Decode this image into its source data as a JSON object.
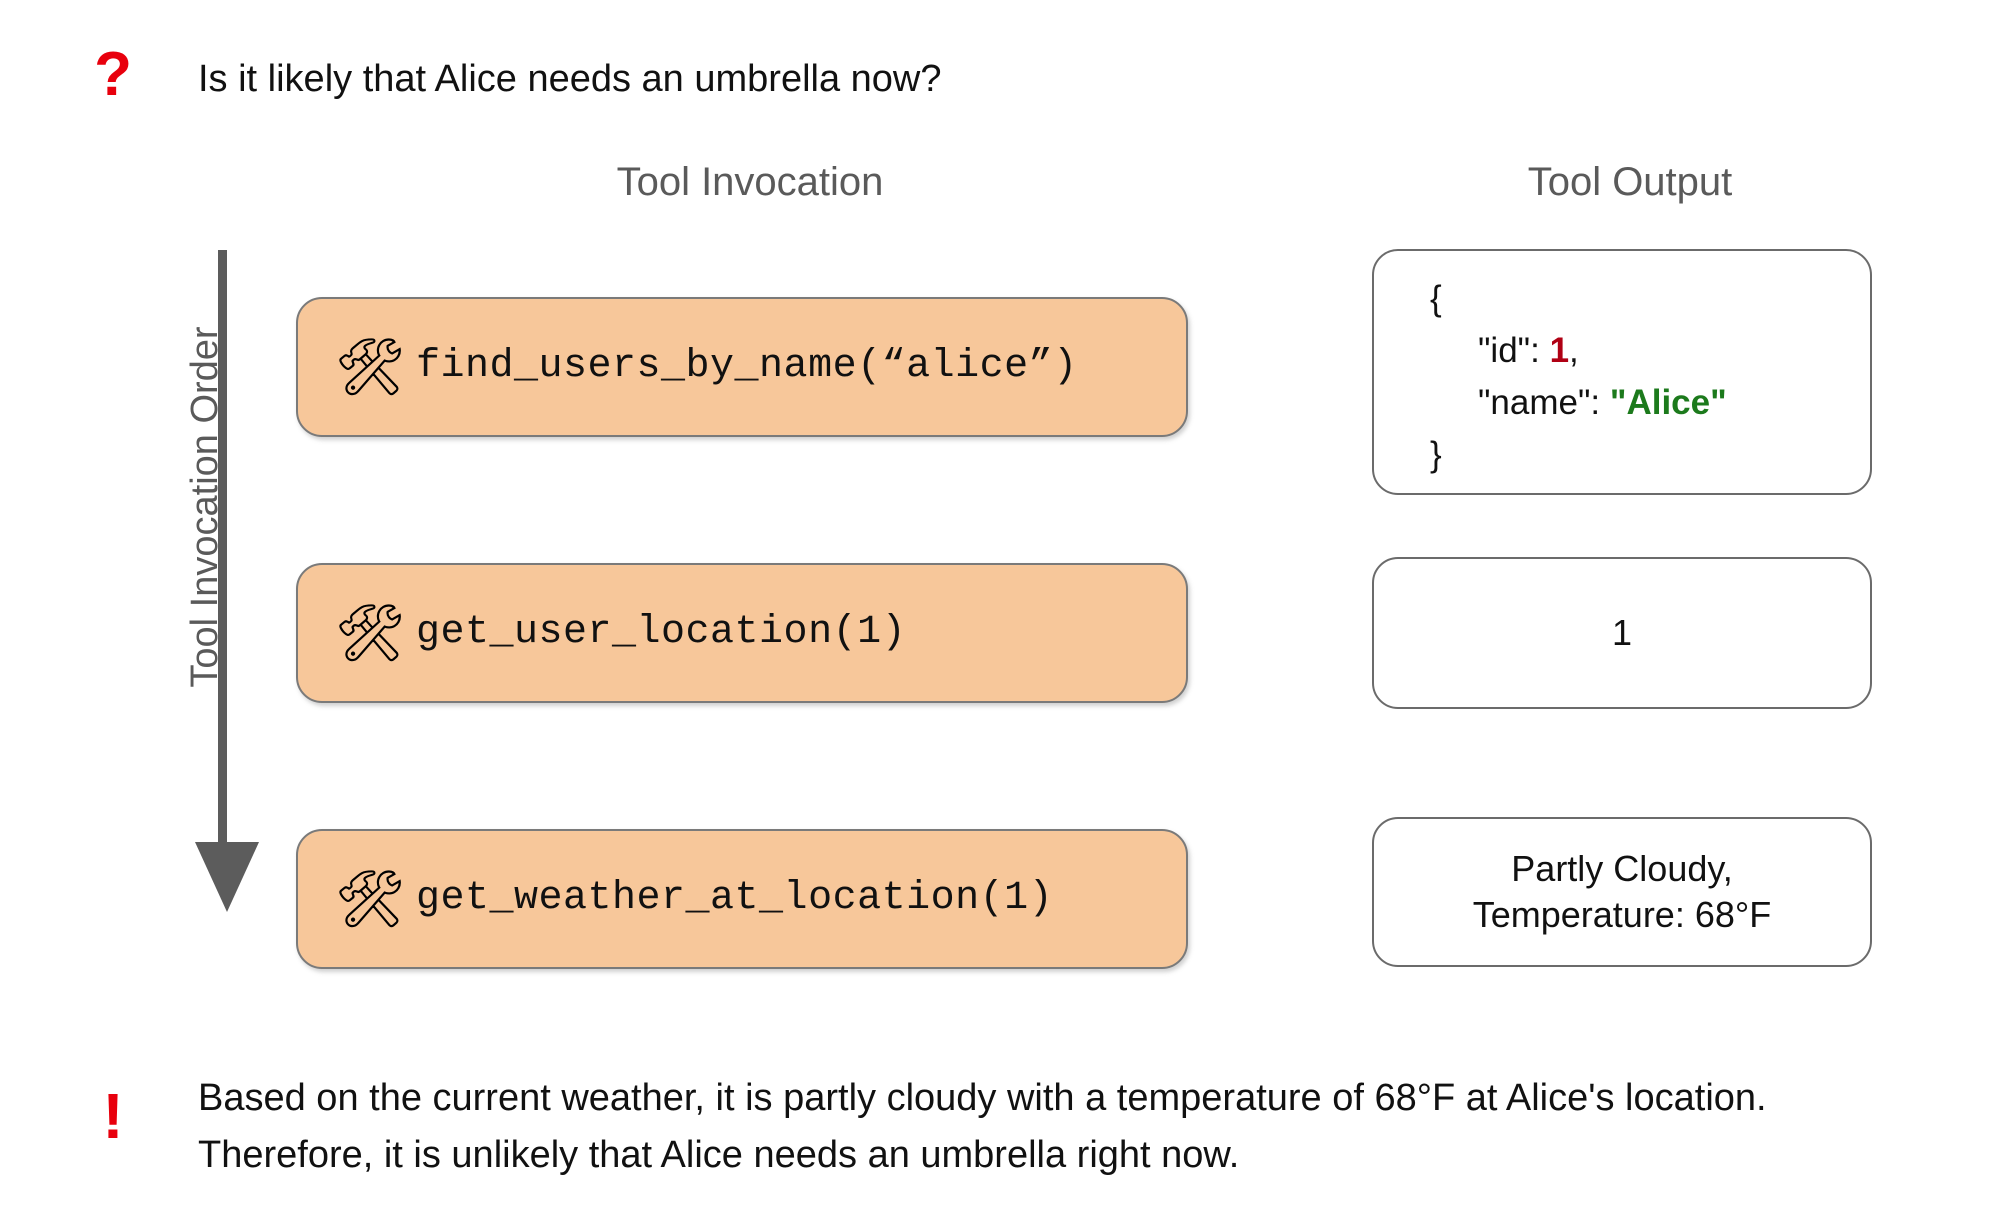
{
  "question": {
    "icon": "question-mark-icon",
    "icon_glyph": "?",
    "text": "Is it likely that Alice needs an umbrella now?"
  },
  "headers": {
    "invocation": "Tool Invocation",
    "output": "Tool Output"
  },
  "axis": {
    "label": "Tool Invocation Order",
    "direction": "down"
  },
  "invocations": [
    {
      "icon": "hammer-and-wrench-icon",
      "icon_glyph": "🛠",
      "code": "find_users_by_name(“alice”)"
    },
    {
      "icon": "hammer-and-wrench-icon",
      "icon_glyph": "🛠",
      "code": "get_user_location(1)"
    },
    {
      "icon": "hammer-and-wrench-icon",
      "icon_glyph": "🛠",
      "code": "get_weather_at_location(1)"
    }
  ],
  "outputs": [
    {
      "type": "json",
      "open_brace": "{",
      "close_brace": "}",
      "id_key": "\"id\":",
      "id_value": "1",
      "id_comma": ",",
      "name_key": "\"name\":",
      "name_value": "\"Alice\""
    },
    {
      "type": "plain",
      "line1": "1",
      "line2": ""
    },
    {
      "type": "plain",
      "line1": "Partly Cloudy,",
      "line2": "Temperature: 68°F"
    }
  ],
  "answer": {
    "icon": "exclamation-mark-icon",
    "icon_glyph": "!",
    "text": "Based on the current weather, it is partly cloudy with a temperature of 68°F at Alice's location. Therefore, it is unlikely that Alice needs an umbrella right now."
  },
  "colors": {
    "accent_red": "#e8000d",
    "card_orange": "#f7c79a",
    "header_gray": "#5a5a5a",
    "json_number_red": "#b00014",
    "json_string_green": "#1c7a1c"
  }
}
